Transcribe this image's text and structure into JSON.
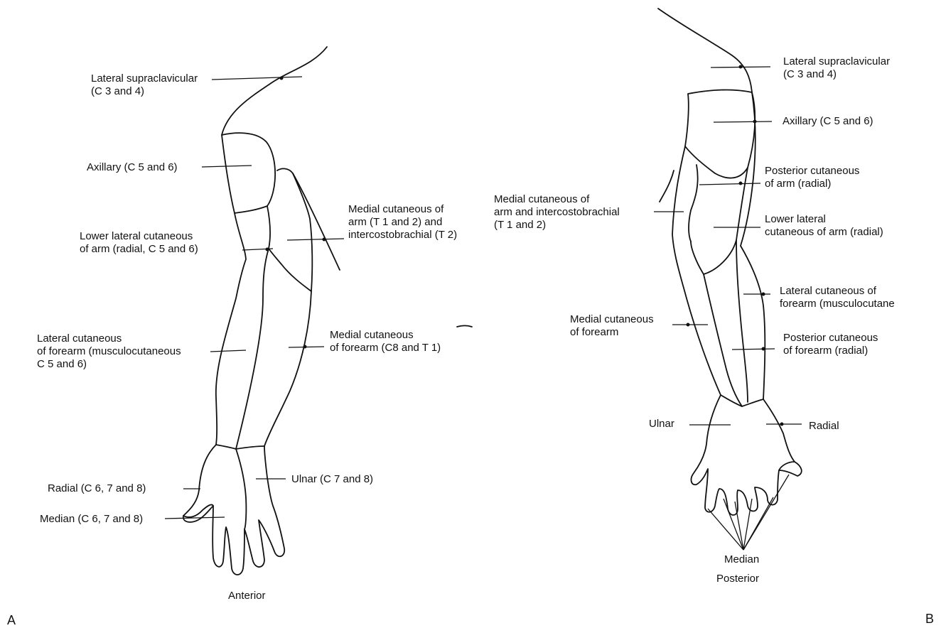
{
  "anterior": {
    "view_label": "Anterior",
    "panel_letter": "A",
    "labels": {
      "lateral_supraclavicular": "Lateral supraclavicular\n(C 3 and 4)",
      "axillary": "Axillary (C 5 and 6)",
      "lower_lateral_cutaneous_arm": "Lower lateral cutaneous\nof arm (radial, C 5 and 6)",
      "medial_cutaneous_arm": "Medial cutaneous of\narm (T 1 and 2) and\nintercostobrachial (T 2)",
      "lateral_cutaneous_forearm": "Lateral cutaneous\nof forearm (musculocutaneous\nC 5 and 6)",
      "medial_cutaneous_forearm": "Medial cutaneous\nof forearm (C8 and T 1)",
      "radial": "Radial (C 6, 7 and 8)",
      "median": "Median (C 6, 7 and 8)",
      "ulnar": "Ulnar (C 7 and 8)"
    }
  },
  "posterior": {
    "view_label": "Posterior",
    "panel_letter": "B",
    "labels": {
      "lateral_supraclavicular": "Lateral supraclavicular\n(C 3 and 4)",
      "axillary": "Axillary (C 5 and 6)",
      "posterior_cutaneous_arm": "Posterior cutaneous\nof arm (radial)",
      "medial_cutaneous_arm": "Medial cutaneous of\narm and intercostobrachial\n(T 1 and 2)",
      "lower_lateral_cutaneous_arm": "Lower lateral\ncutaneous of arm (radial)",
      "lateral_cutaneous_forearm": "Lateral cutaneous of\nforearm (musculocutane",
      "medial_cutaneous_forearm": "Medial cutaneous\nof forearm",
      "posterior_cutaneous_forearm": "Posterior cutaneous\nof forearm (radial)",
      "ulnar": "Ulnar",
      "radial": "Radial",
      "median": "Median"
    }
  }
}
